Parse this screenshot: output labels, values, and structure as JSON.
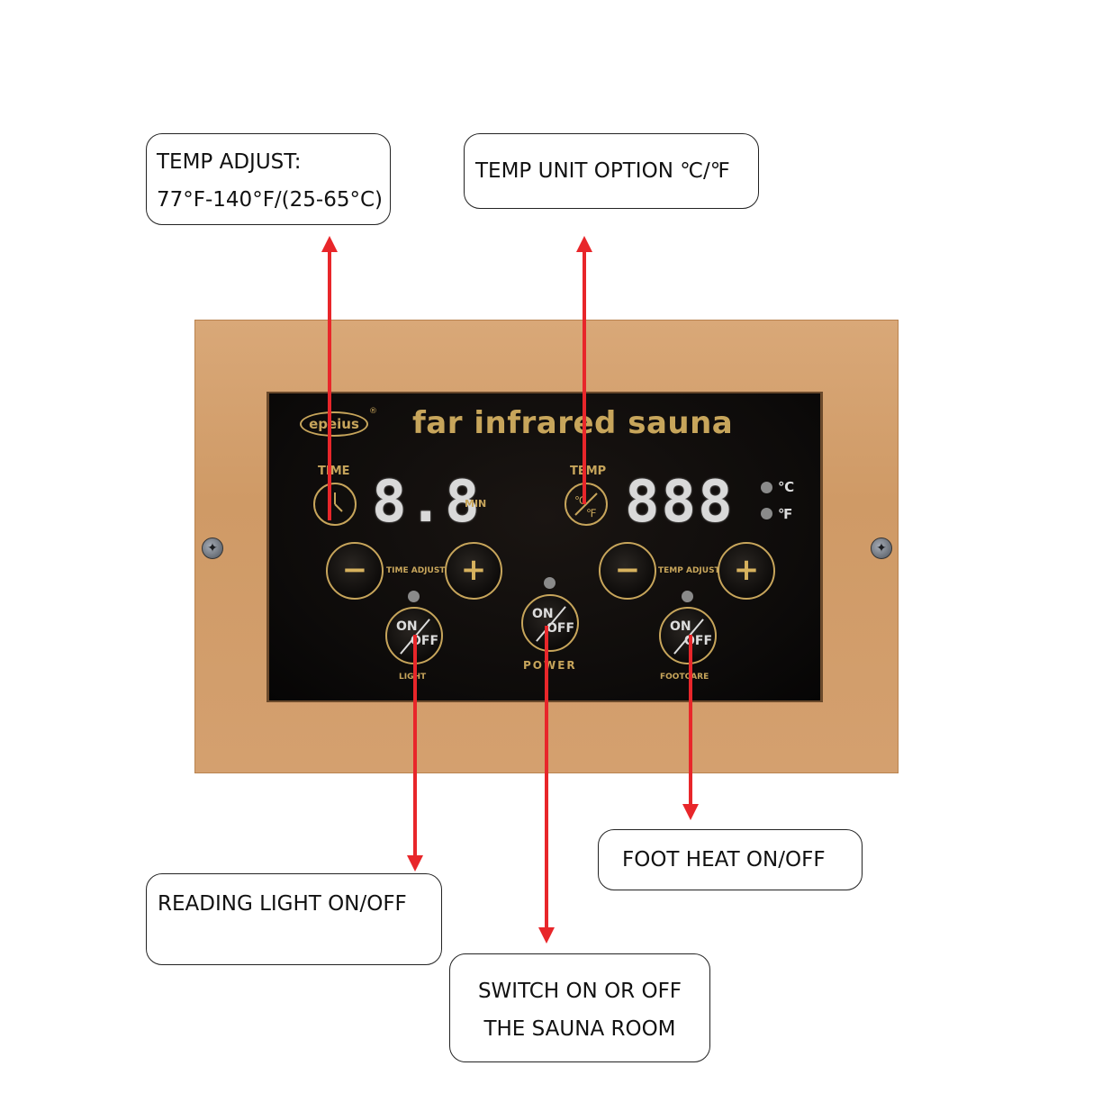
{
  "callouts": {
    "temp_adjust": {
      "line1": "TEMP ADJUST:",
      "line2": "77°F-140°F/(25-65°C)"
    },
    "temp_unit": {
      "line1": "TEMP UNIT OPTION ℃/℉"
    },
    "foot_heat": {
      "line1": "FOOT HEAT ON/OFF"
    },
    "reading_light": {
      "line1": "READING LIGHT ON/OFF"
    },
    "power": {
      "line1": "SWITCH ON OR OFF",
      "line2": "THE SAUNA ROOM"
    }
  },
  "panel": {
    "brand": "epeius",
    "brand_mark": "®",
    "title": "far infrared sauna",
    "time_label": "TIME",
    "time_display": "8.8",
    "time_unit": "MIN",
    "temp_label": "TEMP",
    "temp_display": "888",
    "unit_c": "℃",
    "unit_f": "℉",
    "time_adjust_label": "TIME ADJUST",
    "temp_adjust_label": "TEMP ADJUST",
    "minus": "−",
    "plus": "+",
    "on": "ON",
    "off": "OFF",
    "light_label": "LIGHT",
    "power_label": "POWER",
    "footcare_label": "FOOTCARE"
  },
  "colors": {
    "arrow": "#e8262a",
    "panel_text": "#c7a55b",
    "wood": "#d4a06f"
  },
  "icons": [
    "clock-icon",
    "temp-unit-icon",
    "screw-icon"
  ]
}
